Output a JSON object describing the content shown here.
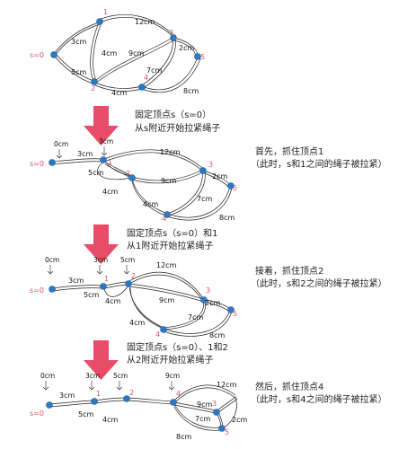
{
  "panels": [
    {
      "edge_labels": [
        "12cm",
        "3cm",
        "4cm",
        "9cm",
        "2cm",
        "5cm",
        "7cm",
        "4cm",
        "8cm"
      ],
      "vertex_labels": [
        "s=0",
        "1",
        "2",
        "3",
        "4",
        "5"
      ]
    },
    {
      "edge_labels": [
        "3cm",
        "12cm",
        "5cm",
        "9cm",
        "2cm",
        "4cm",
        "7cm",
        "4cm",
        "8cm"
      ],
      "vertex_labels": [
        "s=0",
        "1",
        "2",
        "3",
        "4",
        "5"
      ],
      "markers": [
        "0cm",
        "3cm"
      ]
    },
    {
      "edge_labels": [
        "3cm",
        "12cm",
        "5cm",
        "4cm",
        "9cm",
        "2cm",
        "7cm",
        "4cm",
        "8cm"
      ],
      "vertex_labels": [
        "s=0",
        "1",
        "2",
        "3",
        "4",
        "5"
      ],
      "markers": [
        "0cm",
        "3cm",
        "5cm"
      ]
    },
    {
      "edge_labels": [
        "3cm",
        "5cm",
        "4cm",
        "12cm",
        "9cm",
        "7cm",
        "2cm",
        "8cm"
      ],
      "vertex_labels": [
        "s=0",
        "1",
        "2",
        "4",
        "3",
        "5"
      ],
      "markers": [
        "0cm",
        "3cm",
        "5cm",
        "9cm"
      ]
    }
  ],
  "steps": [
    {
      "line1": "固定顶点s（s=0）",
      "line2": "从s附近开始拉紧绳子"
    },
    {
      "line1": "固定顶点s（s=0）和1",
      "line2": "从1附近开始拉紧绳子"
    },
    {
      "line1": "固定顶点s（s=0）、1和2",
      "line2": "从2附近开始拉紧绳子"
    }
  ],
  "notes": [
    {
      "line1": "首先，抓住顶点1",
      "line2": "（此时，s和1之间的绳子被拉紧）"
    },
    {
      "line1": "接着，抓住顶点2",
      "line2": "（此时，s和2之间的绳子被拉紧）"
    },
    {
      "line1": "然后，抓住顶点4",
      "line2": "（此时，s和4之间的绳子被拉紧）"
    }
  ],
  "colors": {
    "arrow": "#e84c66",
    "node": "#2b78c4",
    "vertex_label": "#e0506a",
    "rope": "#222222"
  }
}
